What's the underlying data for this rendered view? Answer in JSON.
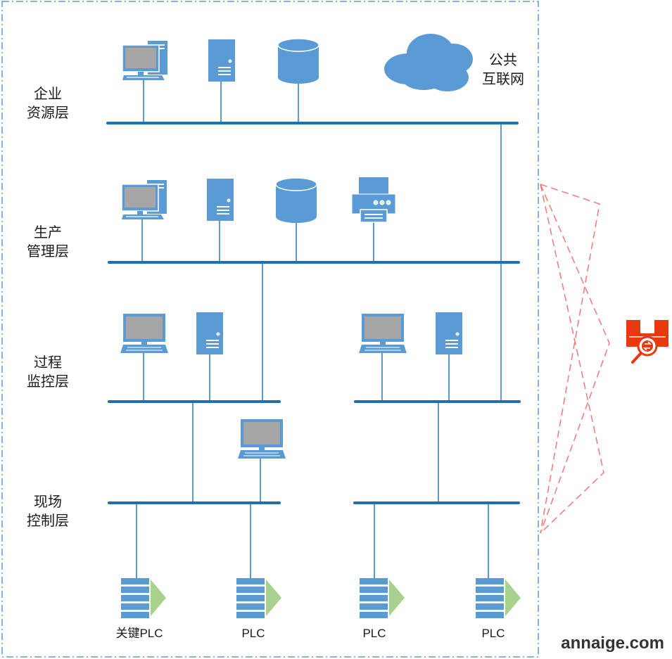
{
  "layers": [
    {
      "line1": "企业",
      "line2": "资源层"
    },
    {
      "line1": "生产",
      "line2": "管理层"
    },
    {
      "line1": "过程",
      "line2": "监控层"
    },
    {
      "line1": "现场",
      "line2": "控制层"
    }
  ],
  "cloud": {
    "line1": "公共",
    "line2": "互联网",
    "icon": "cloud-icon"
  },
  "plcs": [
    "关键PLC",
    "PLC",
    "PLC",
    "PLC"
  ],
  "watermark": "annaige.com",
  "colors": {
    "accent": "#5b9bd5",
    "bus": "#1f6fb7",
    "border": "#5b9bd5",
    "dashed": "#f08080",
    "plc_arrow": "#a9d18e",
    "firewall": "#e8380d",
    "screen": "#a6a6a6"
  },
  "icons": {
    "workstation": "workstation-icon",
    "server": "server-icon",
    "database": "database-icon",
    "printer": "printer-icon",
    "laptop": "laptop-icon",
    "plc": "plc-icon",
    "firewall": "firewall-icon"
  }
}
